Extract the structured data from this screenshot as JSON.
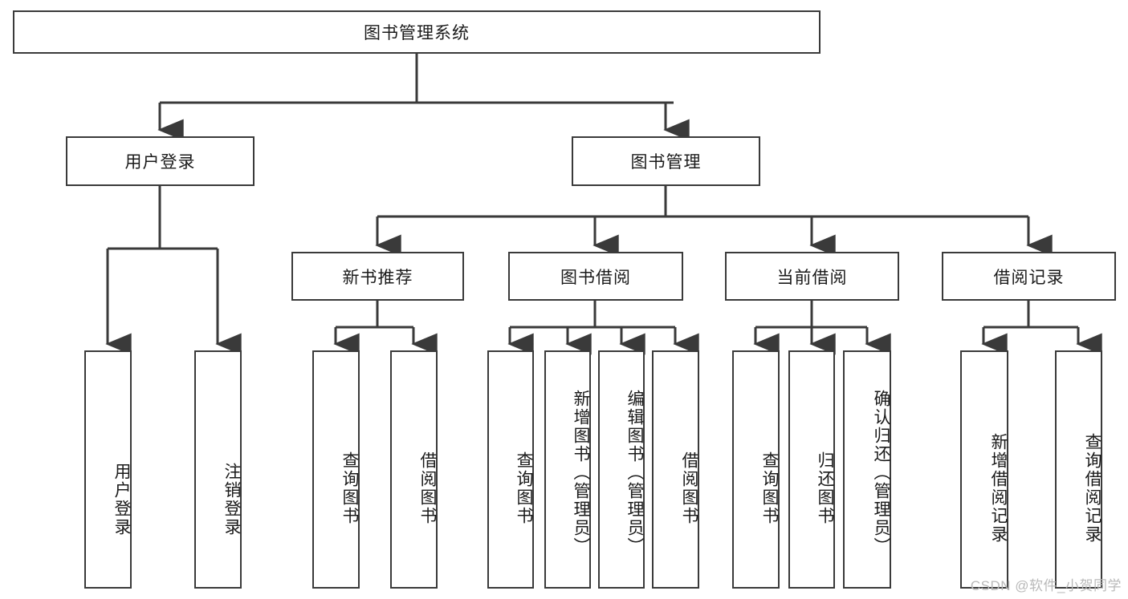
{
  "diagram": {
    "title_node": {
      "label": "图书管理系统"
    },
    "level2": [
      {
        "label": "用户登录"
      },
      {
        "label": "图书管理"
      }
    ],
    "level3": [
      {
        "label": "新书推荐"
      },
      {
        "label": "图书借阅"
      },
      {
        "label": "当前借阅"
      },
      {
        "label": "借阅记录"
      }
    ],
    "leaves": {
      "user_login": [
        {
          "label": "用户登录"
        },
        {
          "label": "注销登录"
        }
      ],
      "new_book_recommend": [
        {
          "label": "查询图书"
        },
        {
          "label": "借阅图书"
        }
      ],
      "book_borrow": [
        {
          "label": "查询图书"
        },
        {
          "label": "新增图书（管理员）"
        },
        {
          "label": "编辑图书（管理员）"
        },
        {
          "label": "借阅图书"
        }
      ],
      "current_borrow": [
        {
          "label": "查询图书"
        },
        {
          "label": "归还图书"
        },
        {
          "label": "确认归还（管理员）"
        }
      ],
      "borrow_record": [
        {
          "label": "新增借阅记录"
        },
        {
          "label": "查询借阅记录"
        }
      ]
    },
    "watermark": "CSDN @软件_小贺同学",
    "colors": {
      "stroke": "#3a3a3a",
      "text": "#1a1a1a",
      "background": "#ffffff",
      "watermark": "#b9b9b9"
    }
  }
}
